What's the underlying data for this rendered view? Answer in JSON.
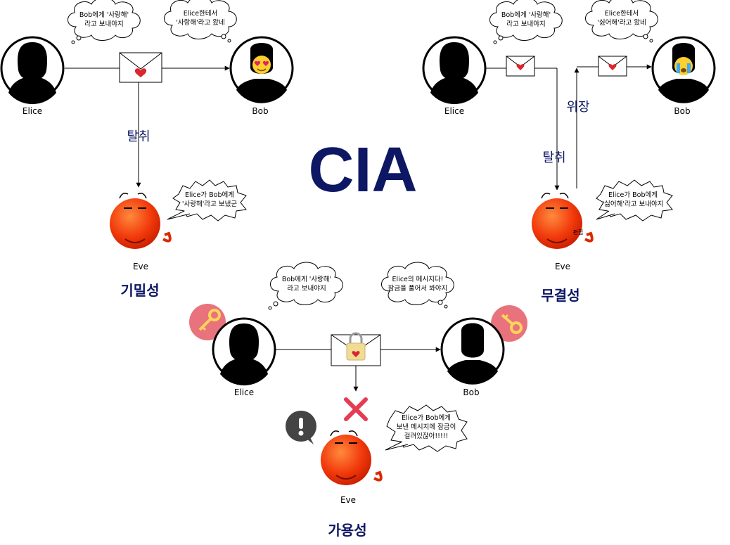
{
  "title": "CIA",
  "colors": {
    "title": "#0d1764",
    "section_label": "#0d1764",
    "eve_red": "#f23a0c",
    "key_badge": "#e8737c",
    "cross": "#e53b53",
    "envelope_heart": "#d9262f",
    "bob_face": "#ffcf2e"
  },
  "confidentiality": {
    "label": "기밀성",
    "sender": "Elice",
    "receiver": "Bob",
    "attacker": "Eve",
    "arrow_label": "탈취",
    "sender_thought": [
      "Bob에게 '사랑해'",
      "라고 보내야지"
    ],
    "receiver_thought": [
      "Elice한테서",
      "'사랑해'라고 왔네"
    ],
    "attacker_speech": [
      "Elice가 Bob에게",
      "'사랑해'라고 보냈군"
    ]
  },
  "integrity": {
    "label": "무결성",
    "sender": "Elice",
    "receiver": "Bob",
    "attacker": "Eve",
    "intercept_label": "탈취",
    "forge_label": "위장",
    "sender_thought": [
      "Bob에게 '사랑해'",
      "라고 보내야지"
    ],
    "receiver_thought": [
      "Elice한테서",
      "'싫어해'라고 왔네"
    ],
    "attacker_speech": [
      "Elice가 Bob에게",
      "'싫어해'라고 보내야지"
    ],
    "attacker_tag": "편집"
  },
  "availability": {
    "label": "가용성",
    "sender": "Elice",
    "receiver": "Bob",
    "attacker": "Eve",
    "sender_thought": [
      "Bob에게 '사랑해'",
      "라고 보내야지"
    ],
    "receiver_thought": [
      "Elice의 메시지다!",
      "잠금을 풀어서 봐야지"
    ],
    "attacker_speech": [
      "Elice가 Bob에게",
      "보낸 메시지에 잠금이",
      "걸려있잖아!!!!!"
    ]
  }
}
